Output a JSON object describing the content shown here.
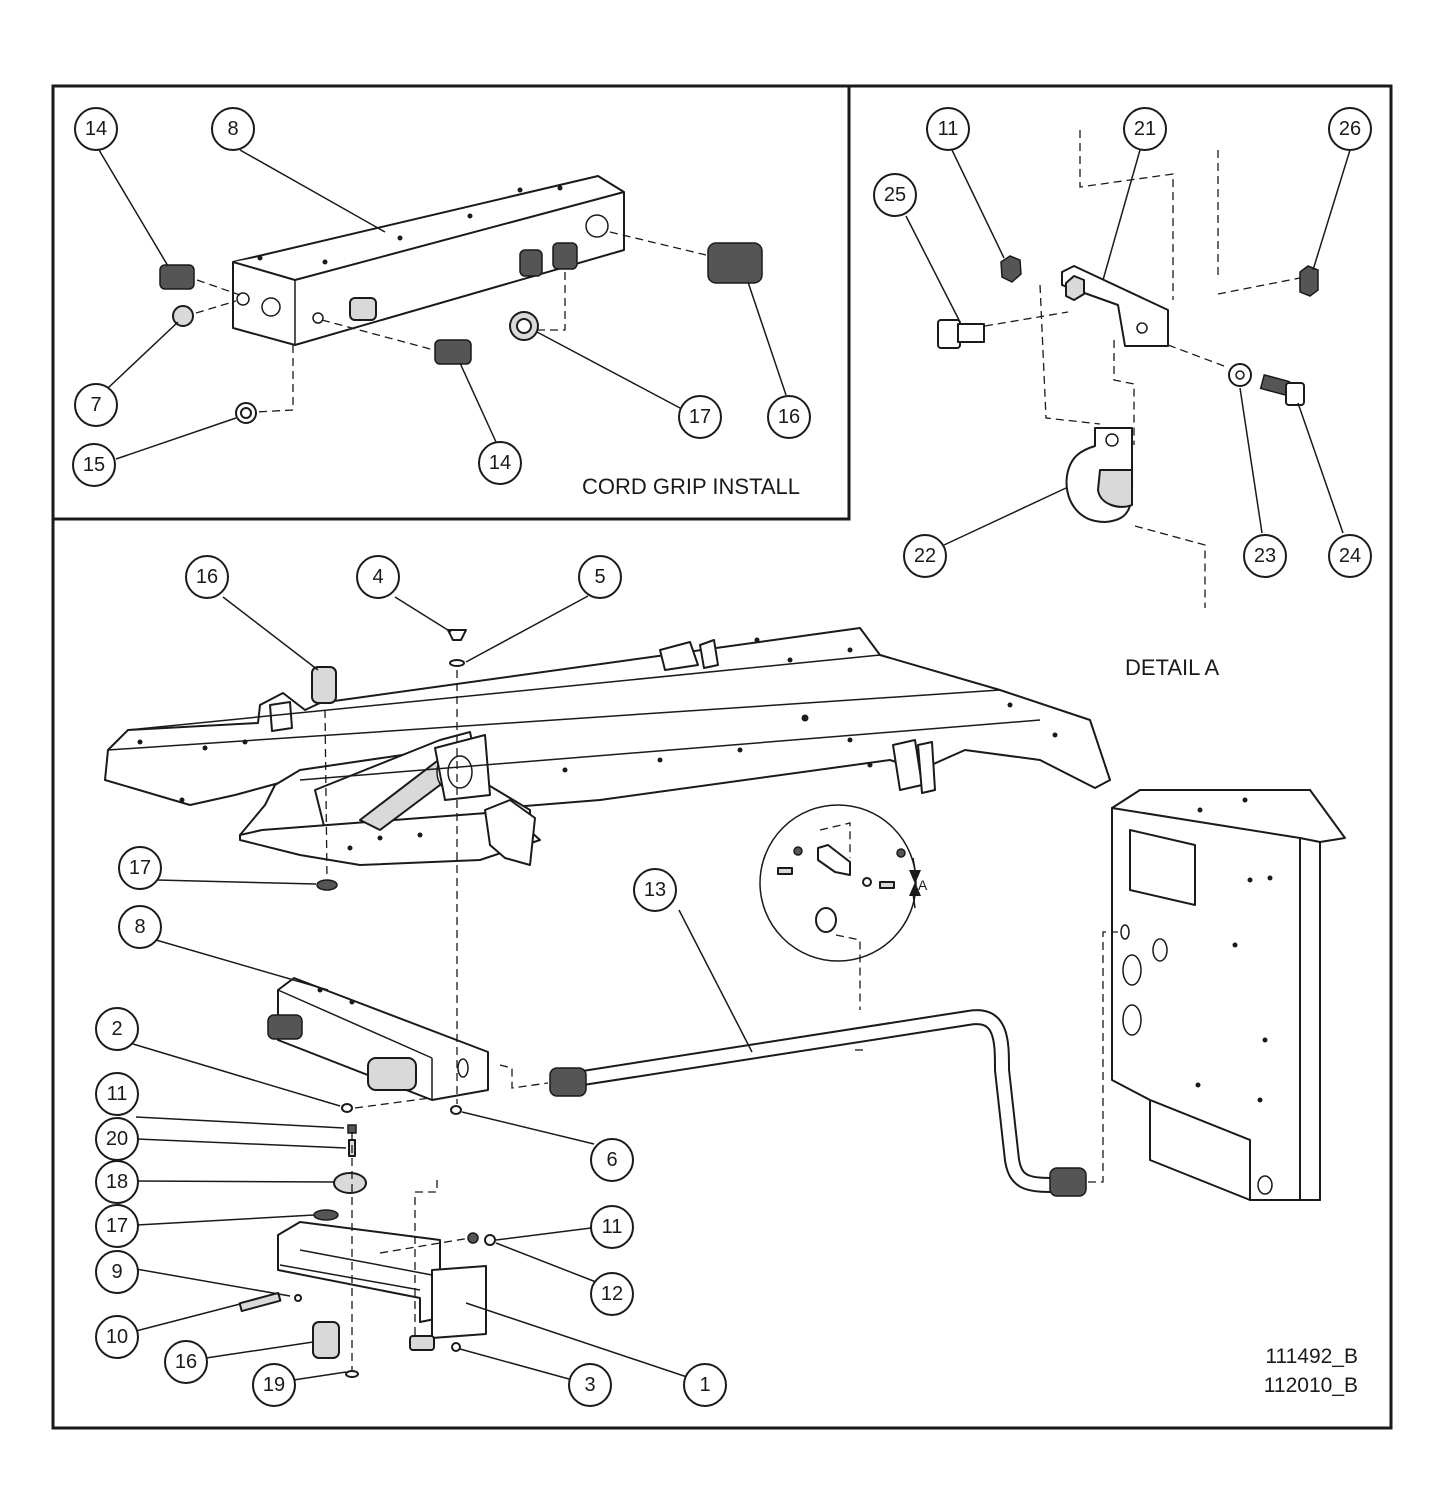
{
  "labels": {
    "cord_grip_install": "CORD GRIP INSTALL",
    "detail_a": "DETAIL A",
    "detail_marker": "A"
  },
  "drawing_numbers": [
    "111492_B",
    "112010_B"
  ],
  "balloons": {
    "inset_14_top": "14",
    "inset_8": "8",
    "inset_7": "7",
    "inset_15": "15",
    "inset_14_bottom": "14",
    "inset_17": "17",
    "inset_16": "16",
    "detail_11": "11",
    "detail_21": "21",
    "detail_26": "26",
    "detail_25": "25",
    "detail_22": "22",
    "detail_23": "23",
    "detail_24": "24",
    "main_16_top": "16",
    "main_4": "4",
    "main_5": "5",
    "main_17_top": "17",
    "main_8": "8",
    "main_13": "13",
    "main_2": "2",
    "main_11_left": "11",
    "main_20": "20",
    "main_18": "18",
    "main_17_bottom": "17",
    "main_9": "9",
    "main_10": "10",
    "main_16_bottom": "16",
    "main_19": "19",
    "main_6": "6",
    "main_11_right": "11",
    "main_12": "12",
    "main_3": "3",
    "main_1": "1"
  }
}
